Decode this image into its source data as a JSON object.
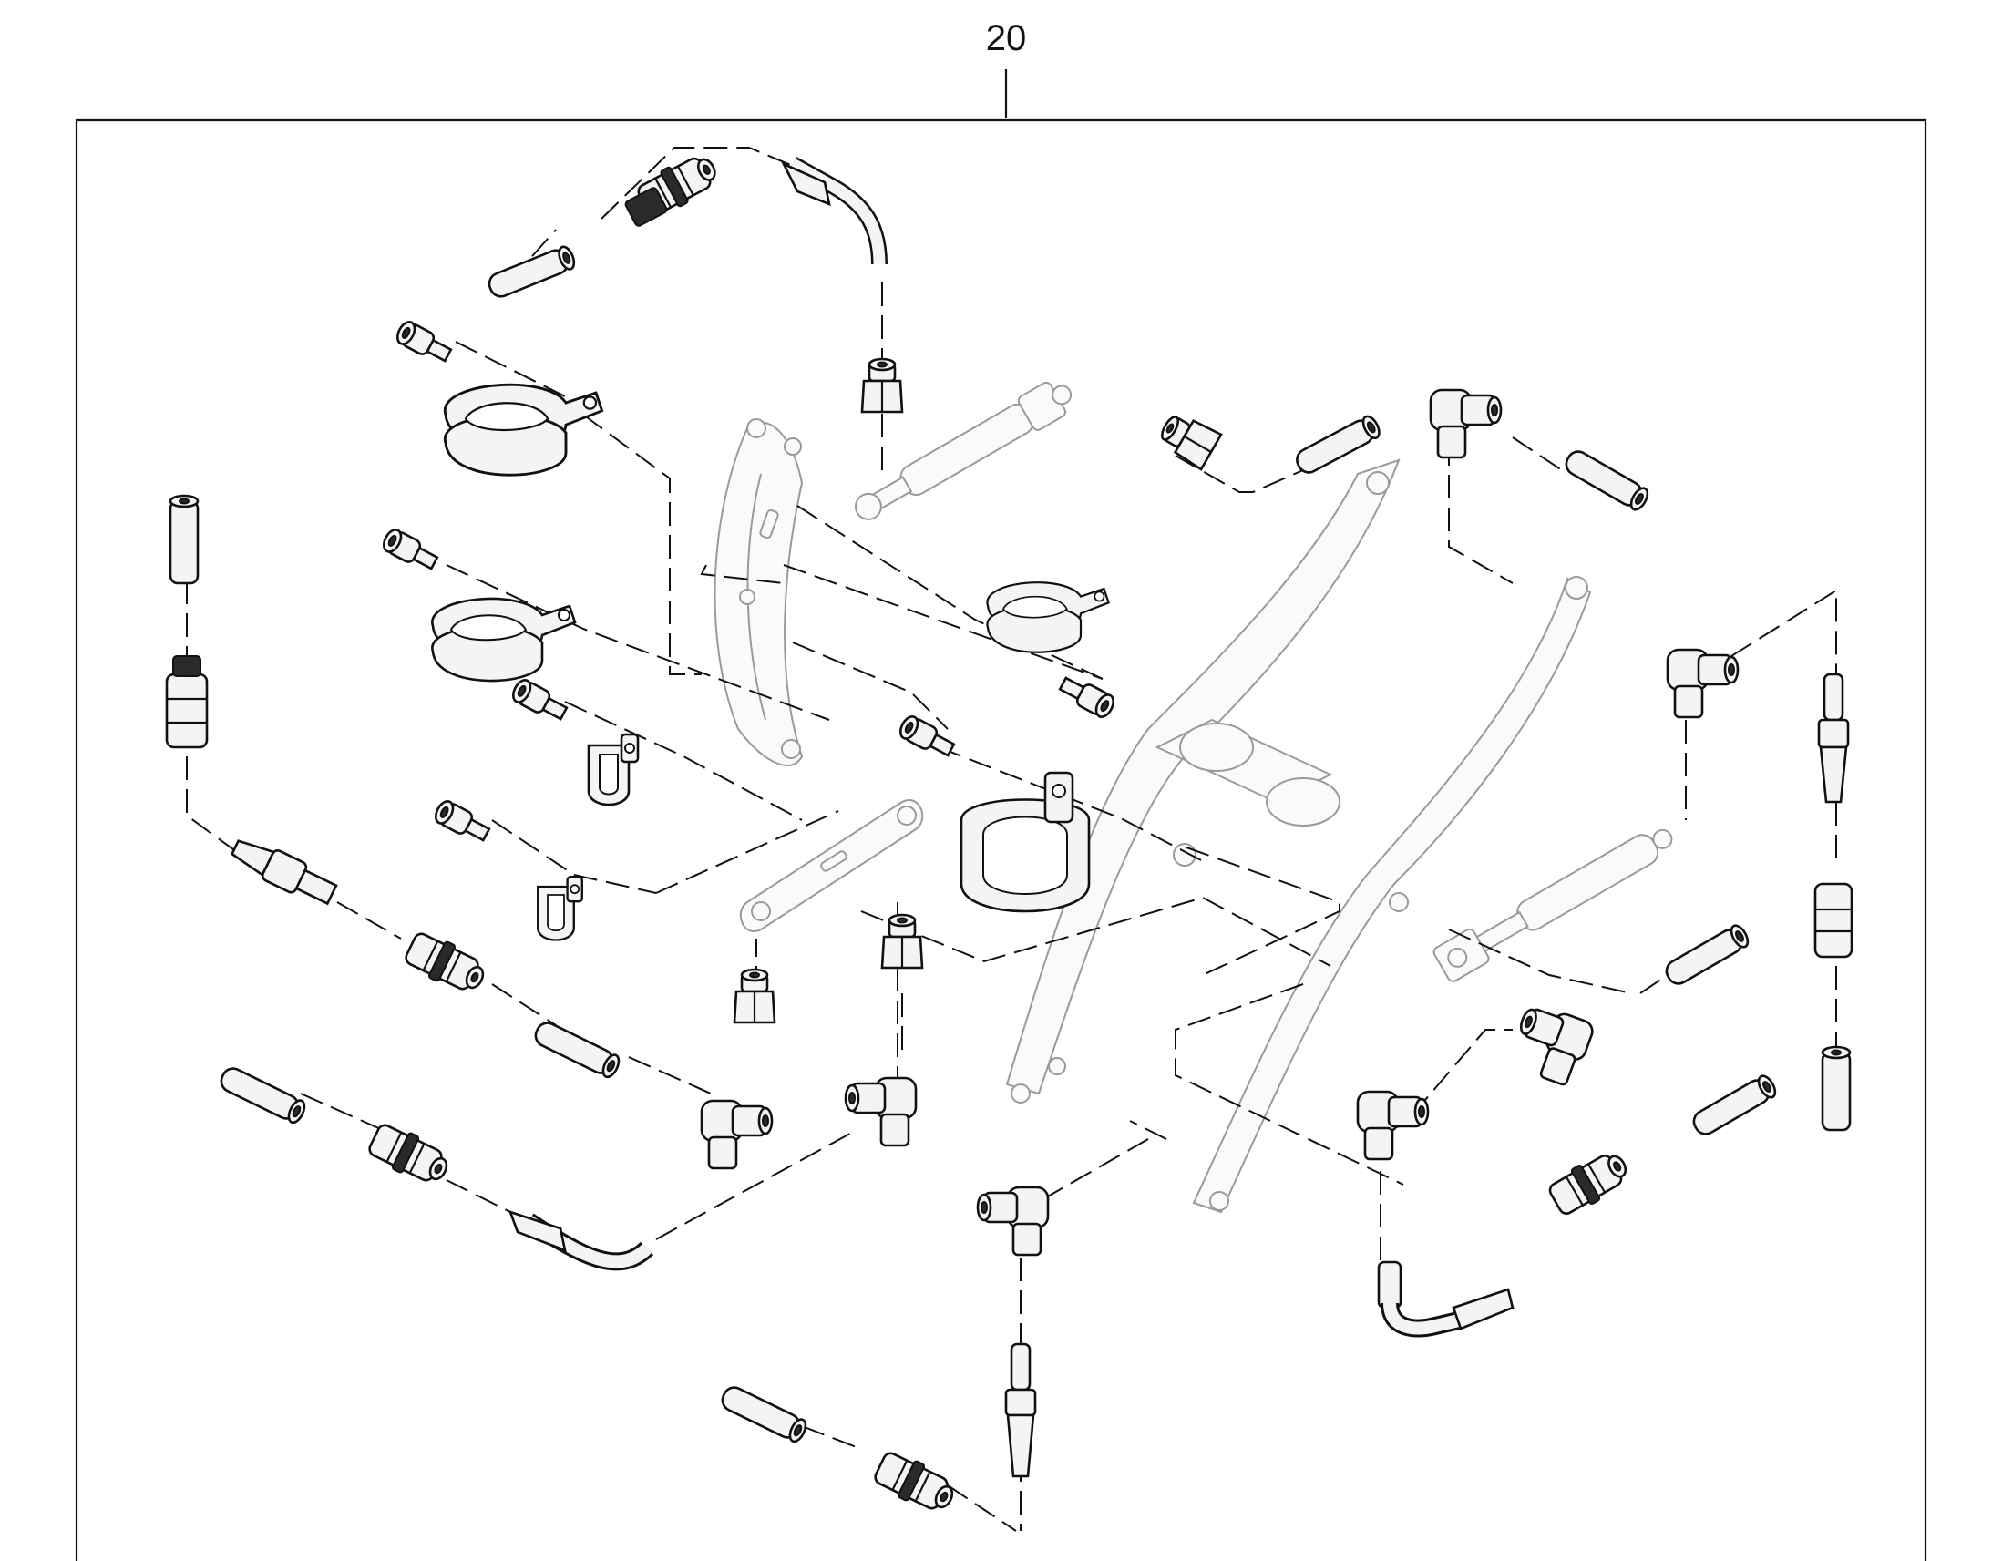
{
  "diagram": {
    "callout_number": "20",
    "parts": [
      {
        "name": "hose-assembly",
        "icon": "bent-hose-icon"
      },
      {
        "name": "hose-clamp",
        "icon": "p-clamp-icon"
      },
      {
        "name": "cap-screw",
        "icon": "socket-head-screw-icon"
      },
      {
        "name": "straight-connector",
        "icon": "straight-fitting-icon"
      },
      {
        "name": "elbow-connector",
        "icon": "elbow-fitting-icon"
      },
      {
        "name": "tube-sleeve",
        "icon": "tube-sleeve-icon"
      },
      {
        "name": "hydraulic-cylinder",
        "icon": "cylinder-icon"
      },
      {
        "name": "loader-arm",
        "icon": "loader-arm-icon"
      }
    ]
  }
}
